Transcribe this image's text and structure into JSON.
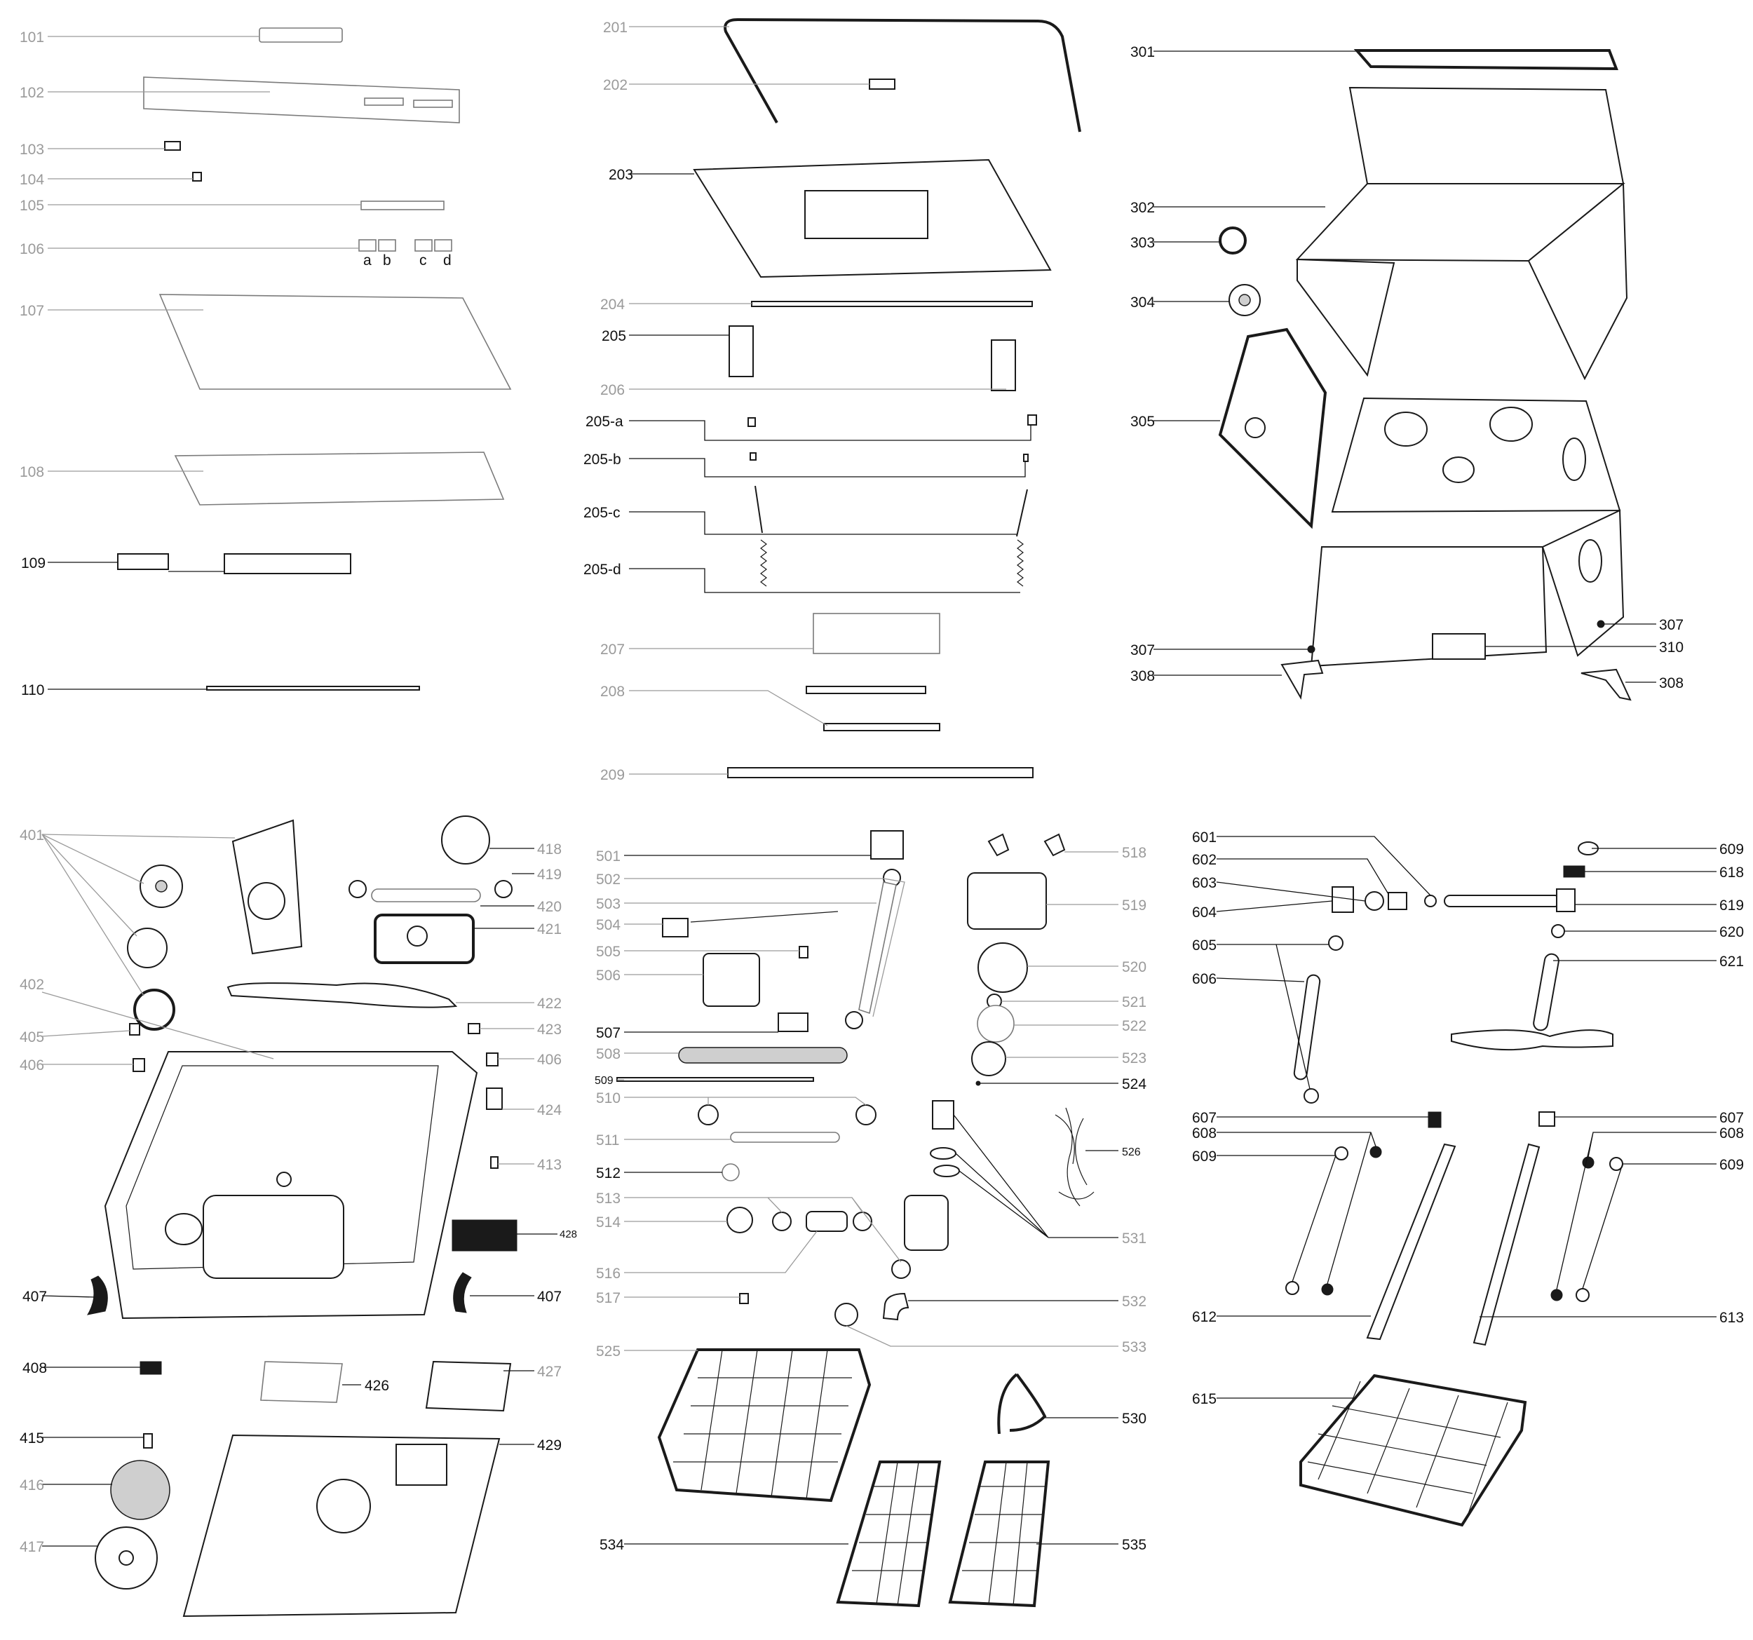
{
  "colors": {
    "label_light": "#9a9a9a",
    "label_dark": "#111111",
    "line": "#1a1a1a",
    "background": "#ffffff"
  },
  "labels": {
    "l101": "101",
    "l102": "102",
    "l103": "103",
    "l104": "104",
    "l105": "105",
    "l106": "106",
    "l106a": "a",
    "l106b": "b",
    "l106c": "c",
    "l106d": "d",
    "l107": "107",
    "l108": "108",
    "l109": "109",
    "l110": "110",
    "l201": "201",
    "l202": "202",
    "l203": "203",
    "l204": "204",
    "l205": "205",
    "l206": "206",
    "l205a": "205-a",
    "l205b": "205-b",
    "l205c": "205-c",
    "l205d": "205-d",
    "l207": "207",
    "l208": "208",
    "l209": "209",
    "l301": "301",
    "l302": "302",
    "l303": "303",
    "l304": "304",
    "l305": "305",
    "l307a": "307",
    "l307b": "307",
    "l308a": "308",
    "l308b": "308",
    "l310": "310",
    "l401": "401",
    "l402": "402",
    "l405": "405",
    "l406a": "406",
    "l406b": "406",
    "l407a": "407",
    "l407b": "407",
    "l408": "408",
    "l413": "413",
    "l415": "415",
    "l416": "416",
    "l417": "417",
    "l418": "418",
    "l419": "419",
    "l420": "420",
    "l421": "421",
    "l422": "422",
    "l423": "423",
    "l424": "424",
    "l426": "426",
    "l427": "427",
    "l428": "428",
    "l429": "429",
    "l501": "501",
    "l502": "502",
    "l503": "503",
    "l504": "504",
    "l505": "505",
    "l506": "506",
    "l507": "507",
    "l508": "508",
    "l509": "509",
    "l510": "510",
    "l511": "511",
    "l512": "512",
    "l513": "513",
    "l514": "514",
    "l516": "516",
    "l517": "517",
    "l518": "518",
    "l519": "519",
    "l520": "520",
    "l521": "521",
    "l522": "522",
    "l523": "523",
    "l524": "524",
    "l525": "525",
    "l526": "526",
    "l530": "530",
    "l531": "531",
    "l532": "532",
    "l533": "533",
    "l534": "534",
    "l535": "535",
    "l601": "601",
    "l602": "602",
    "l603": "603",
    "l604": "604",
    "l605": "605",
    "l606": "606",
    "l607a": "607",
    "l607b": "607",
    "l608a": "608",
    "l608b": "608",
    "l609a": "609",
    "l609b": "609",
    "l609c": "609",
    "l612": "612",
    "l613": "613",
    "l615": "615",
    "l618": "618",
    "l619": "619",
    "l620": "620",
    "l621": "621"
  }
}
